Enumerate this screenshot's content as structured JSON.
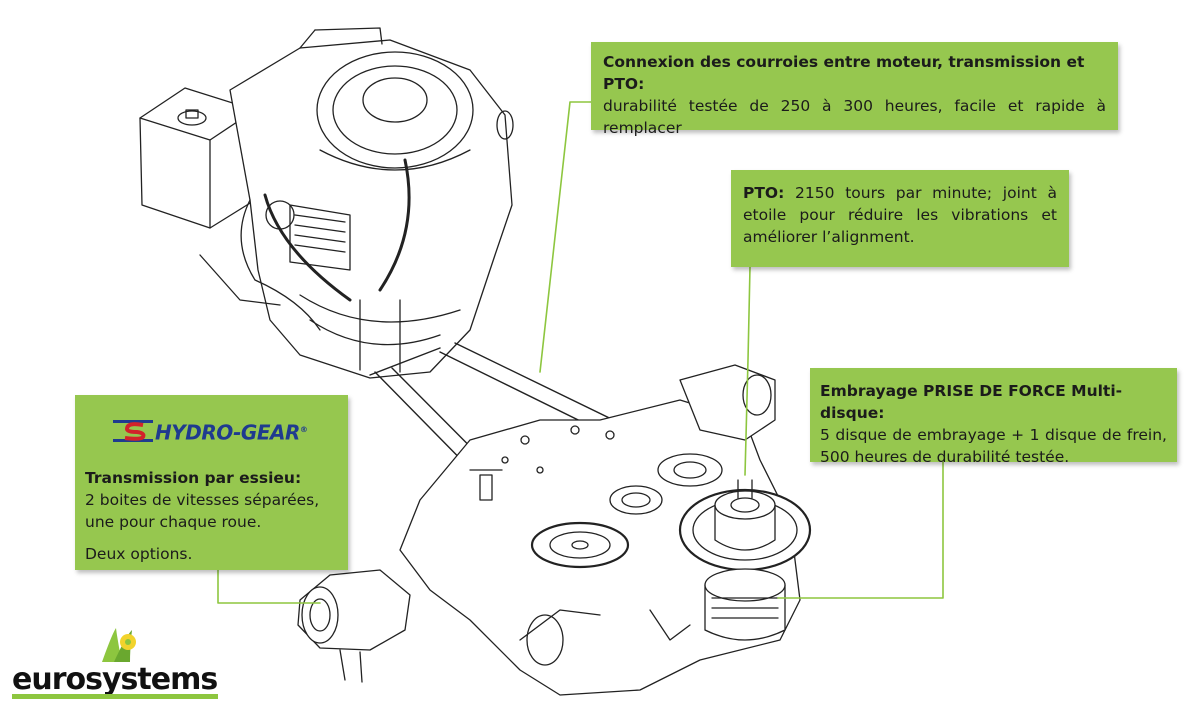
{
  "callouts": {
    "belts": {
      "title": "Connexion des courroies entre moteur, transmission et PTO:",
      "body": "durabilité testée de 250 à 300 heures, facile et rapide à remplacer"
    },
    "pto": {
      "title": "PTO:",
      "body": " 2150 tours par minute; joint à etoile pour réduire les vibrations et améliorer l’alignment."
    },
    "clutch": {
      "title": "Embrayage PRISE DE FORCE Multi-disque:",
      "body": "5 disque de embrayage + 1 disque de frein, 500 heures de durabilité testée."
    },
    "hydro": {
      "logo_text": "HYDRO-GEAR",
      "logo_mark": "®",
      "title": "Transmission par essieu:",
      "body": "2 boites de vitesses séparées, une pour chaque roue.",
      "note": "Deux options."
    }
  },
  "brand": {
    "name": "eurosystems"
  },
  "colors": {
    "callout_fill": "#96c74f",
    "hydro_blue": "#1f3b8f",
    "hydro_red": "#d2232a",
    "brand_green": "#8dc63f",
    "brand_yellow": "#f2d32c"
  }
}
